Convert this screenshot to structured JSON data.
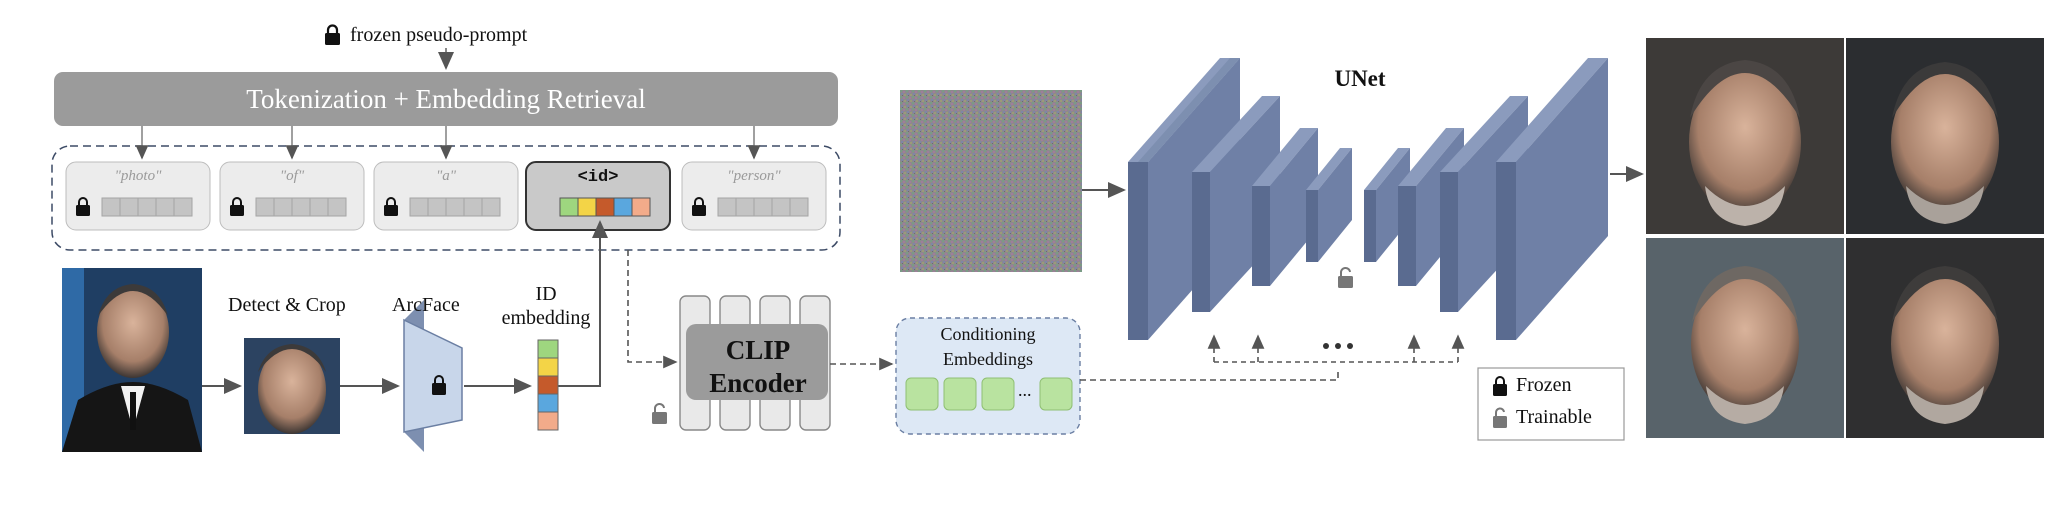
{
  "top_label": "frozen pseudo-prompt",
  "bar_label": "Tokenization + Embedding Retrieval",
  "tokens": [
    {
      "word": "\"photo\""
    },
    {
      "word": "\"of\""
    },
    {
      "word": "\"a\""
    },
    {
      "word": "<id>"
    },
    {
      "word": "\"person\""
    }
  ],
  "id_colors": [
    "#9ed67f",
    "#f3d447",
    "#c55a2b",
    "#5aa7de",
    "#f2ab8a"
  ],
  "labels": {
    "detect": "Detect & Crop",
    "arcface": "ArcFace",
    "id_embedding": "ID\nembedding",
    "clip": "CLIP\nEncoder",
    "conditioning": "Conditioning\nEmbeddings",
    "ellipsis": "...",
    "unet": "UNet"
  },
  "legend": {
    "frozen": "Frozen",
    "trainable": "Trainable"
  },
  "colors": {
    "bar": "#9b9b9b",
    "unet": "#6f80a6",
    "unet_side": "#5a6b90",
    "cond_box": "#dde8f5",
    "green": "#b9e3a0",
    "arcface": "#c8d6ea"
  }
}
